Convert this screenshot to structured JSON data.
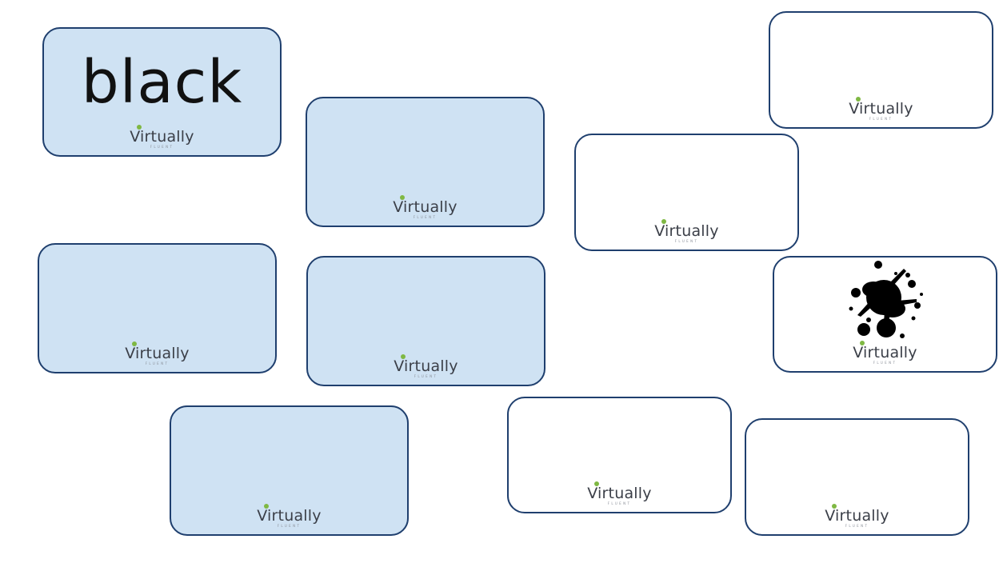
{
  "brand": {
    "logo_text": "Virtually",
    "logo_subtext": "FLUENT",
    "dot_color": "#7fb843"
  },
  "colors": {
    "border": "#1f3f6e",
    "word_card_fill": "#cfe2f3",
    "picture_card_fill": "#ffffff"
  },
  "cards": [
    {
      "kind": "word",
      "word": "black",
      "face_up": true
    },
    {
      "kind": "word",
      "face_up": false
    },
    {
      "kind": "picture",
      "face_up": false
    },
    {
      "kind": "picture",
      "face_up": false
    },
    {
      "kind": "word",
      "face_up": false
    },
    {
      "kind": "word",
      "face_up": false
    },
    {
      "kind": "picture",
      "image": "black-ink-splat",
      "face_up": true
    },
    {
      "kind": "word",
      "face_up": false
    },
    {
      "kind": "picture",
      "face_up": false
    },
    {
      "kind": "picture",
      "face_up": false
    }
  ]
}
